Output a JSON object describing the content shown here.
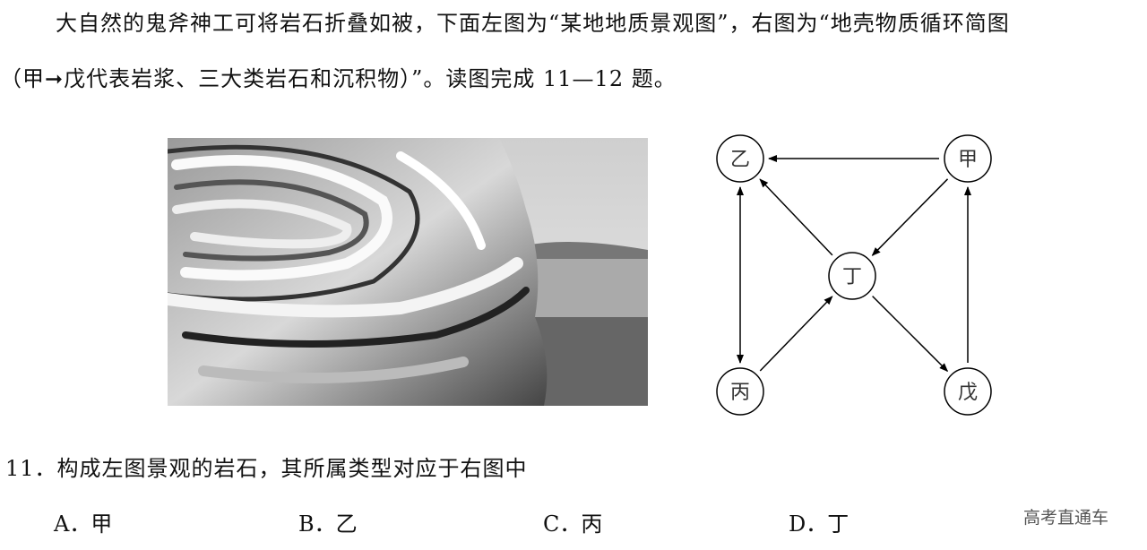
{
  "intro": {
    "line1": "大自然的鬼斧神工可将岩石折叠如被，下面左图为“某地地质景观图”，右图为“地壳物质循环简图",
    "line2": "（甲➞戊代表岩浆、三大类岩石和沉积物）”。读图完成 11—12 题。"
  },
  "figure_left": {
    "description_visible": false
  },
  "diagram": {
    "nodes": [
      {
        "id": "yi",
        "label": "乙"
      },
      {
        "id": "jia",
        "label": "甲"
      },
      {
        "id": "ding",
        "label": "丁"
      },
      {
        "id": "bing",
        "label": "丙"
      },
      {
        "id": "wu",
        "label": "戊"
      }
    ],
    "edges": [
      {
        "from": "甲",
        "to": "乙"
      },
      {
        "from": "甲",
        "to": "丁"
      },
      {
        "from": "丁",
        "to": "乙"
      },
      {
        "from": "丙",
        "to": "丁"
      },
      {
        "from": "丁",
        "to": "戊"
      },
      {
        "from": "戊",
        "to": "甲"
      },
      {
        "from": "乙",
        "to": "丙",
        "bidirectional": true
      }
    ]
  },
  "question": {
    "stem": "11．构成左图景观的岩石，其所属类型对应于右图中",
    "options": [
      {
        "letter": "A．",
        "text": "甲"
      },
      {
        "letter": "B．",
        "text": "乙"
      },
      {
        "letter": "C．",
        "text": "丙"
      },
      {
        "letter": "D．",
        "text": "丁"
      }
    ]
  },
  "watermark": "高考直通车"
}
